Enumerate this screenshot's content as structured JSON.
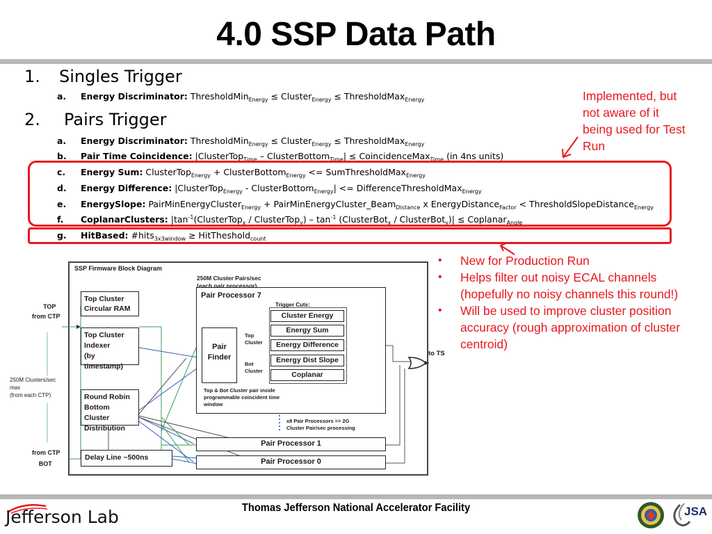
{
  "slide": {
    "title": "4.0 SSP Data Path",
    "footer": "Thomas Jefferson National Accelerator Facility",
    "logo_text": "Jefferson Lab",
    "partner_logo_text": "JSA"
  },
  "list": {
    "item1": {
      "num": "1.",
      "label": "Singles Trigger"
    },
    "item1_subs": [
      {
        "letter": "a.",
        "name": "Energy Discriminator:"
      }
    ],
    "item2": {
      "num": "2.",
      "label": "Pairs Trigger"
    },
    "item2_subs": [
      {
        "letter": "a.",
        "name": "Energy Discriminator:"
      },
      {
        "letter": "b.",
        "name": "Pair Time Coincidence:"
      },
      {
        "letter": "c.",
        "name": "Energy Sum:"
      },
      {
        "letter": "d.",
        "name": "Energy Difference:"
      },
      {
        "letter": "e.",
        "name": "EnergySlope:"
      },
      {
        "letter": "f.",
        "name": "CoplanarClusters:"
      },
      {
        "letter": "g.",
        "name": "HitBased:"
      }
    ]
  },
  "annotations": {
    "implemented_note": [
      "Implemented, but",
      "not aware of it",
      "being used for Test",
      "Run"
    ],
    "new_bullets": [
      "New for Production Run",
      "Helps filter out noisy ECAL channels (hopefully no noisy channels this round!)",
      "Will be used to improve cluster position accuracy (rough approximation of cluster centroid)"
    ]
  },
  "diagram": {
    "title": "SSP Firmware Block Diagram",
    "top_label": [
      "TOP",
      "from CTP"
    ],
    "bot_label": [
      "from CTP",
      "BOT"
    ],
    "clusters_rate": [
      "250M Clusters/sec",
      "max",
      "(from each CTP)"
    ],
    "pairs_rate": [
      "250M Cluster Pairs/sec",
      "(each pair processor)"
    ],
    "top_ram": [
      "Top Cluster",
      "Circular RAM"
    ],
    "indexer": [
      "Top Cluster",
      "Indexer",
      "(by timestamp)"
    ],
    "round_robin": [
      "Round Robin",
      "Bottom Cluster",
      "Distribution"
    ],
    "delay_line": "Delay Line ~500ns",
    "pair_processor_7": "Pair Processor 7",
    "trigger_cuts_label": "Trigger Cuts:",
    "cuts": [
      "Cluster Energy",
      "Energy Sum",
      "Energy Difference",
      "Energy Dist Slope",
      "Coplanar"
    ],
    "pair_finder": [
      "Pair",
      "Finder"
    ],
    "top_cluster": [
      "Top",
      "Cluster"
    ],
    "bot_cluster": [
      "Bot",
      "Cluster"
    ],
    "pair_note": [
      "Top & Bot Cluster pair inside",
      "programmable coincident time",
      "window"
    ],
    "x8_note": [
      "x8  Pair Processors => 2G",
      "Cluster Pair/sec processing"
    ],
    "pair_processor_1": "Pair Processor 1",
    "pair_processor_0": "Pair Processor 0",
    "to_ts": "to TS"
  }
}
